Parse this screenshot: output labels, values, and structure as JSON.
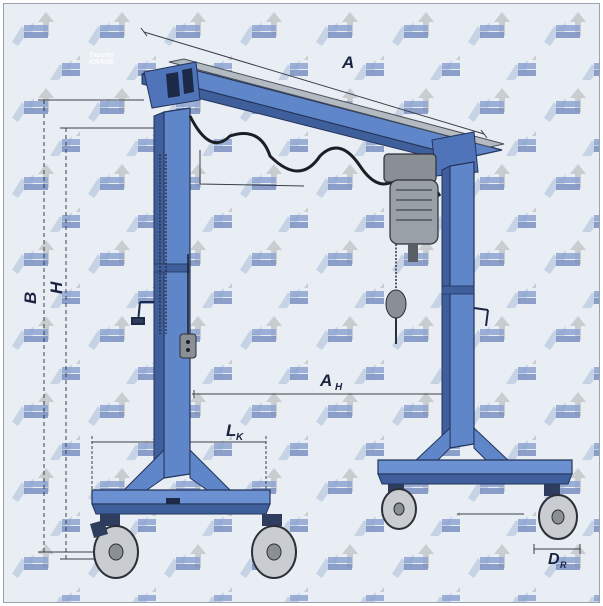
{
  "watermark": {
    "line1": "Tauche",
    "line2": "KRANE"
  },
  "dimensions": {
    "A": "A",
    "An_main": "A",
    "An_sub": "H",
    "B": "B",
    "H": "H",
    "Lk_main": "L",
    "Lk_sub": "K",
    "Dr_main": "D",
    "Dr_sub": "R"
  },
  "colors": {
    "frame_blue": "#5f86c9",
    "frame_shadow": "#3f5f9c",
    "background": "#e8eef4",
    "wheel": "#c9cdd2",
    "hoist": "#8a8f96"
  }
}
